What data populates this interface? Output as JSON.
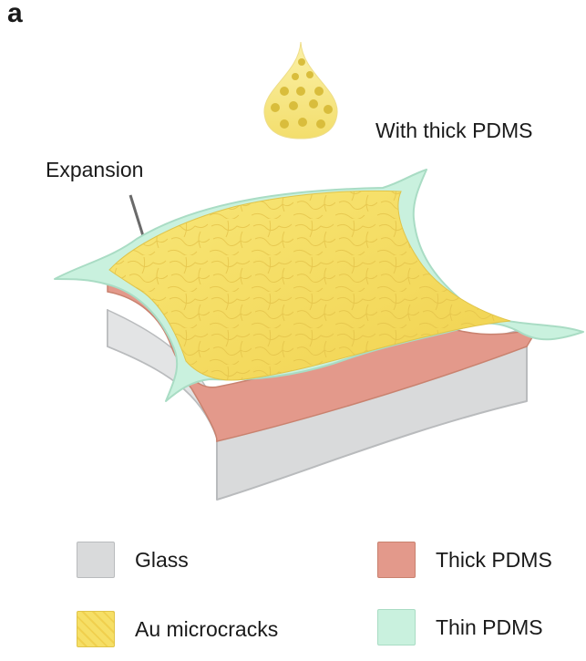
{
  "panel_letter": "a",
  "annotations": {
    "top_right": "With thick PDMS",
    "expansion": "Expansion"
  },
  "legend": [
    {
      "label": "Glass",
      "color": "#d9dadb",
      "border": "#b9bbbd"
    },
    {
      "label": "Thick PDMS",
      "color": "#e3998b",
      "border": "#c9826f"
    },
    {
      "label": "Au microcracks",
      "color": "#f6df66",
      "border": "#e0c44a"
    },
    {
      "label": "Thin PDMS",
      "color": "#c9f1de",
      "border": "#a9dcc4"
    }
  ],
  "colors": {
    "glass": "#d9dadb",
    "thick_pdms": "#e3998b",
    "thin_pdms": "#c9f1de",
    "gold": "#f6df66",
    "droplet": "#f8ea8c",
    "droplet_dots": "#d9bd3c"
  },
  "icons": [
    "droplet-icon",
    "expansion-pointer"
  ]
}
